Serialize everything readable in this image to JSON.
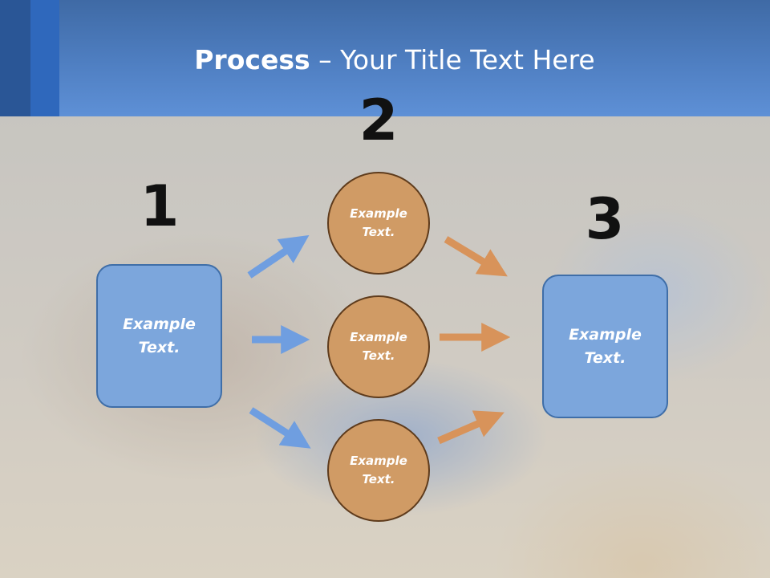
{
  "title": {
    "bold": "Process",
    "separator": " – ",
    "rest": "Your Title Text Here"
  },
  "steps": {
    "one": "1",
    "two": "2",
    "three": "3"
  },
  "nodes": {
    "left": "Example Text.",
    "top": "Example Text.",
    "middle": "Example Text.",
    "bottom": "Example Text.",
    "right": "Example Text."
  },
  "colors": {
    "header": "#4f7fc2",
    "box": "#7ca6dc",
    "circle": "#d09b65",
    "blue_arrow": "#6f9ee0",
    "orange_arrow": "#d8935a"
  }
}
